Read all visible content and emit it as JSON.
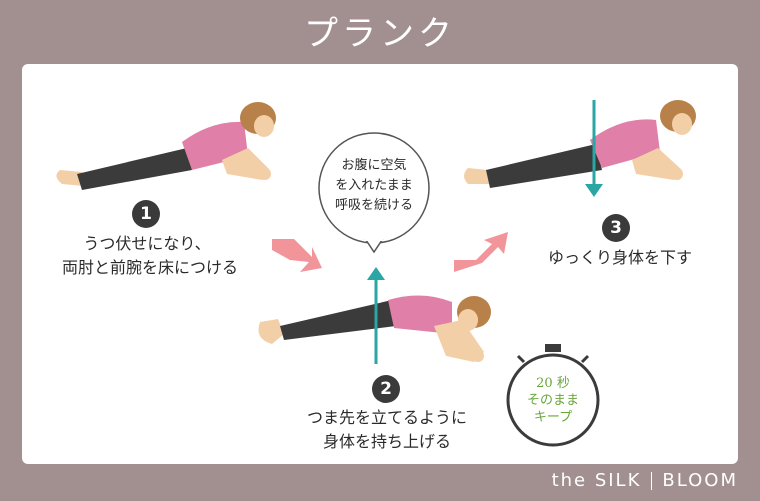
{
  "title": "プランク",
  "steps": [
    {
      "number": "1",
      "caption_line1": "うつ伏せになり、",
      "caption_line2": "両肘と前腕を床につける"
    },
    {
      "number": "2",
      "caption_line1": "つま先を立てるように",
      "caption_line2": "身体を持ち上げる"
    },
    {
      "number": "3",
      "caption_line1": "ゆっくり身体を下す",
      "caption_line2": ""
    }
  ],
  "bubble": {
    "line1": "お腹に空気",
    "line2": "を入れたまま",
    "line3": "呼吸を続ける"
  },
  "timer": {
    "line1": "20 秒",
    "line2": "そのまま",
    "line3": "キープ"
  },
  "brand": {
    "left": "the SILK",
    "right": "BLOOM"
  },
  "colors": {
    "background": "#a29090",
    "shirt": "#e07fa8",
    "pants": "#3b3b3b",
    "skin": "#f3cfa8",
    "hair": "#b8814a",
    "arrow_pink": "#f2959b",
    "arrow_teal": "#2aa6a5",
    "timer_green": "#6aa63a"
  }
}
